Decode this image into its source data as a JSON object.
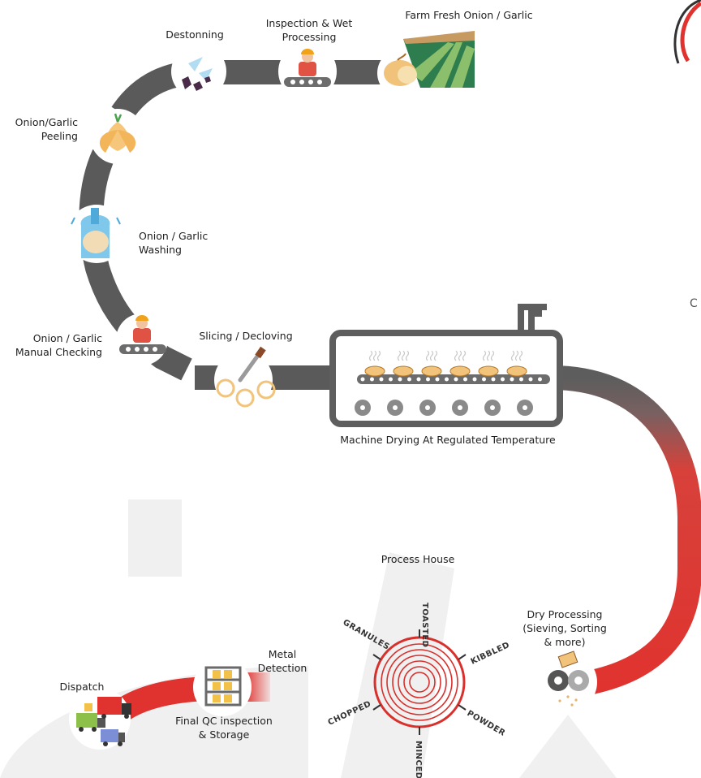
{
  "steps": {
    "farm": "Farm Fresh Onion / Garlic",
    "inspection": "Inspection & Wet\nProcessing",
    "destonning": "Destonning",
    "peeling": "Onion/Garlic\nPeeling",
    "washing": "Onion / Garlic\nWashing",
    "manual_check": "Onion / Garlic\nManual Checking",
    "slicing": "Slicing / Decloving",
    "drying": "Machine Drying At Regulated Temperature",
    "dry_processing": "Dry Processing\n(Sieving, Sorting\n& more)",
    "process_house": "Process House",
    "metal_detection": "Metal\nDetection",
    "final_qc": "Final QC inspection\n& Storage",
    "dispatch": "Dispatch"
  },
  "product_types": [
    "TOASTED",
    "KIBBLED",
    "POWDER",
    "MINCED",
    "CHOPPED",
    "GRANULES"
  ],
  "edge_fragment": "C",
  "colors": {
    "belt_grey": "#5a5a5a",
    "belt_red": "#e0332f",
    "steam": "#c9c9c9",
    "fan": "#8a8a8a"
  }
}
